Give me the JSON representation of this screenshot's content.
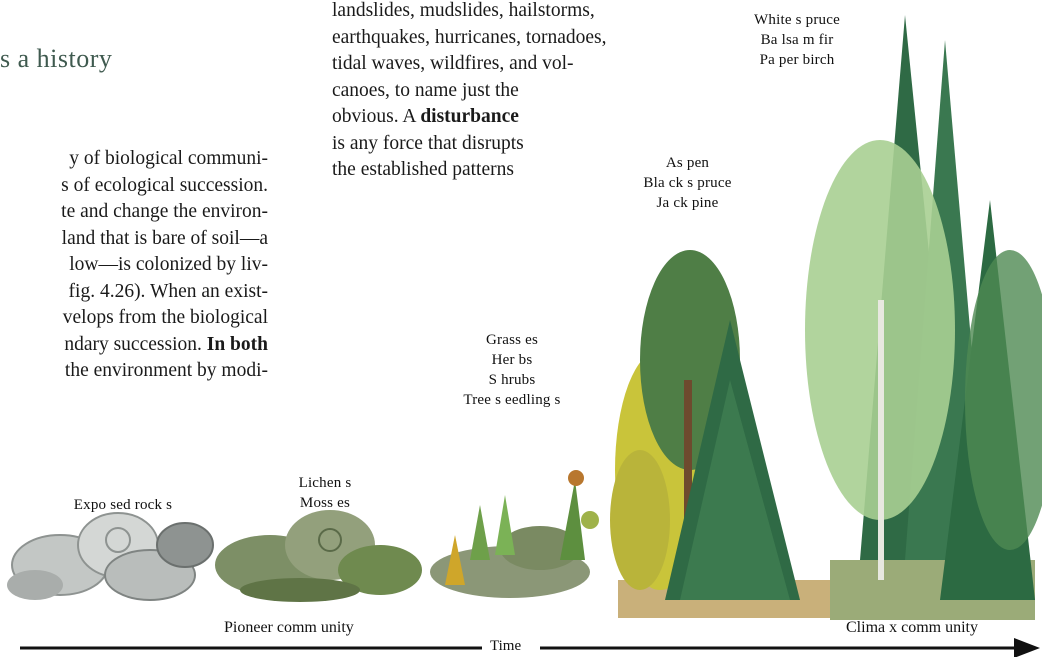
{
  "heading": "s a history",
  "left_column_lines": [
    "y of biological communi-",
    "s of ecological succession.",
    "te and change the environ-",
    "land that is bare of soil—a",
    "low—is colonized by liv-",
    "fig. 4.26). When an exist-",
    "velops from the biological",
    "ndary succession.|| In both",
    "the environment by modi-"
  ],
  "middle_column_lines": [
    "landslides, mudslides, hailstorms,",
    "earthquakes, hurricanes, tornadoes,",
    "tidal waves, wildfires, and vol-",
    "canoes, to name just the",
    "obvious. A ||disturbance||",
    "is any force that disrupts",
    "the established patterns"
  ],
  "stages": {
    "exposed_rocks": [
      "Expo sed rock s"
    ],
    "lichens_mosses": [
      "Lichen s",
      "Moss es"
    ],
    "grasses": [
      "Grass es",
      "Her bs",
      "S hrubs",
      "Tree  s eedling s"
    ],
    "aspen": [
      "As pen",
      "Bla ck s pruce",
      "Ja ck pine"
    ],
    "white_spruce": [
      "White  s pruce",
      "Ba lsa m fir",
      "Pa per birch"
    ]
  },
  "labels": {
    "pioneer": "Pioneer comm  unity",
    "climax": "Clima x comm unity",
    "time": "Time"
  },
  "colors": {
    "heading": "#3f5a4f",
    "rock": "#c9ccc9",
    "moss": "#6f8a4f",
    "aspen_yellow": "#c9c43a",
    "spruce_green": "#2f6a45",
    "birch_light": "#9cc78a"
  }
}
